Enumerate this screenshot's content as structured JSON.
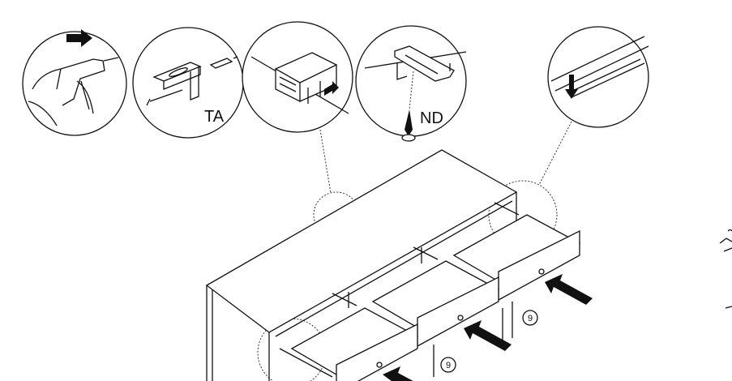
{
  "diagram": {
    "callouts": [
      {
        "id": "drill",
        "label": ""
      },
      {
        "id": "bracket",
        "label": "TA"
      },
      {
        "id": "cabinet-wall",
        "label": ""
      },
      {
        "id": "screw",
        "label": "ND"
      },
      {
        "id": "runner",
        "label": ""
      }
    ],
    "step_markers": [
      "9",
      "9"
    ],
    "colors": {
      "line": "#111111",
      "background": "#ffffff"
    }
  }
}
